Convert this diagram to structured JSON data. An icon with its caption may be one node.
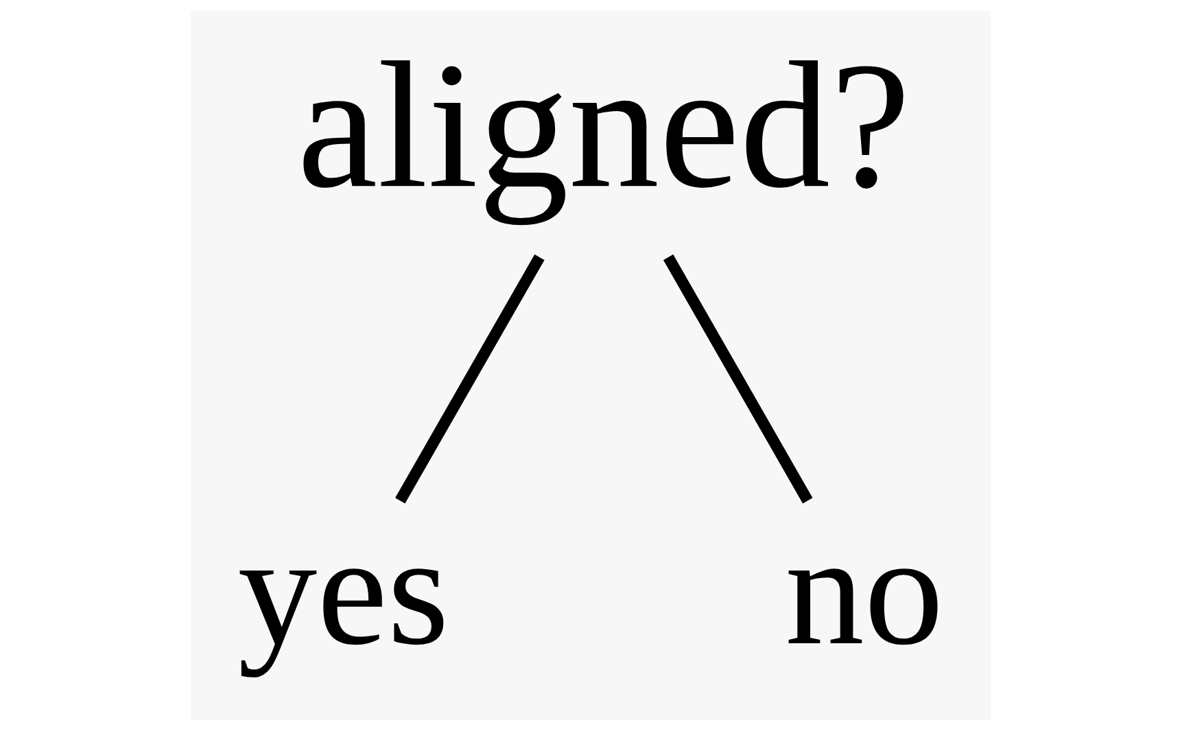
{
  "diagram": {
    "nodes": [
      {
        "text": [
          "aligned?"
        ]
      },
      {
        "text": [
          "yes"
        ]
      },
      {
        "text": [
          "no"
        ]
      }
    ],
    "edges": [
      {
        "from": 0,
        "to": 1,
        "arrow": "none"
      },
      {
        "from": 0,
        "to": 2,
        "arrow": "none"
      }
    ]
  }
}
